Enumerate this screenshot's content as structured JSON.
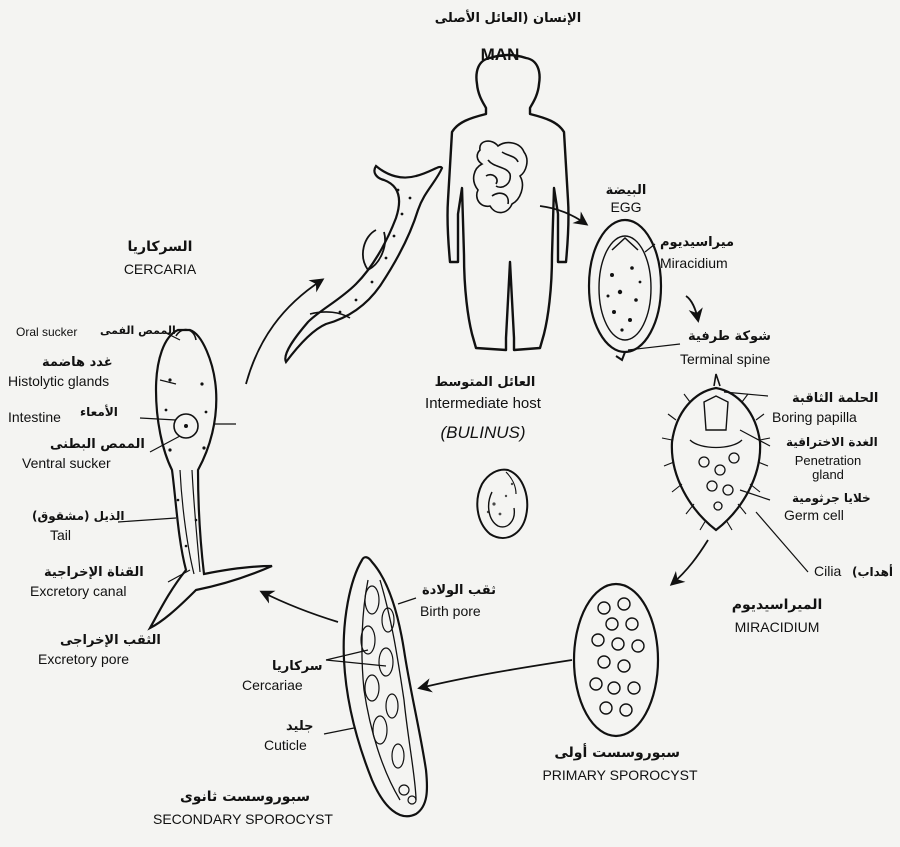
{
  "man": {
    "ar": "الإنسان (العائل الأصلى",
    "en": "MAN"
  },
  "egg": {
    "ar": "البيضة",
    "en": "EGG"
  },
  "egg_labels": {
    "miracidium_ar": "ميراسيديوم",
    "miracidium_en": "Miracidium",
    "spine_ar": "شوكة طرفية",
    "spine_en": "Terminal spine"
  },
  "host": {
    "ar": "العائل المتوسط",
    "en": "Intermediate host",
    "name": "(BULINUS)"
  },
  "miracidium": {
    "boring_ar": "الحلمة الثاقبة",
    "boring_en": "Boring papilla",
    "gland_ar": "الغدة الاختراقية",
    "gland_en": "Penetration gland",
    "germ_ar": "خلايا جرثومية",
    "germ_en": "Germ cell",
    "cilia_en": "Cilia",
    "cilia_ar": "أهداب)",
    "title_ar": "الميراسيديوم",
    "title_en": "MIRACIDIUM"
  },
  "primary": {
    "ar": "سبوروسست أولى",
    "en": "PRIMARY SPOROCYST"
  },
  "secondary": {
    "birth_ar": "ثقب الولادة",
    "birth_en": "Birth pore",
    "cerc_ar": "سركاريا",
    "cerc_en": "Cercariae",
    "cuticle_ar": "جليد",
    "cuticle_en": "Cuticle",
    "title_ar": "سبوروسست ثانوى",
    "title_en": "SECONDARY SPOROCYST"
  },
  "cercaria": {
    "title_ar": "السركاريا",
    "title_en": "CERCARIA",
    "oral_en": "Oral sucker",
    "oral_ar": "الممص الفمى",
    "histo_ar": "غدد هاضمة",
    "histo_en": "Histolytic glands",
    "intestine_en": "Intestine",
    "intestine_ar": "الأمعاء",
    "ventral_ar": "الممص البطنى",
    "ventral_en": "Ventral sucker",
    "tail_ar": "الذيل (مشقوق)",
    "tail_en": "Tail",
    "canal_ar": "القناة الإخراجية",
    "canal_en": "Excretory canal",
    "pore_ar": "الثقب الإخراجى",
    "pore_en": "Excretory pore"
  },
  "colors": {
    "ink": "#111111",
    "paper": "#f4f4f2"
  }
}
